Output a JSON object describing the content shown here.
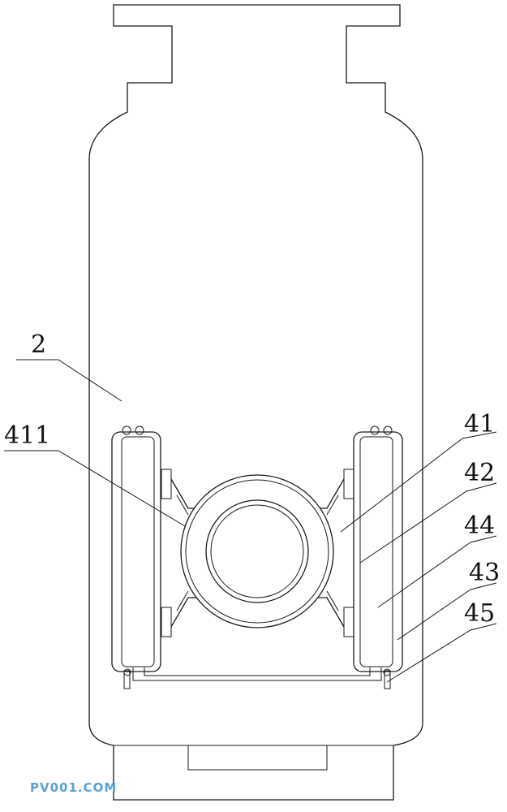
{
  "labels": {
    "l2": "2",
    "l411": "411",
    "l41": "41",
    "l42": "42",
    "l44": "44",
    "l43": "43",
    "l45": "45"
  },
  "watermark": "PV001.COM",
  "colors": {
    "line": "#1a1a1a",
    "watermark": "#5aa0d8",
    "background": "#ffffff"
  }
}
